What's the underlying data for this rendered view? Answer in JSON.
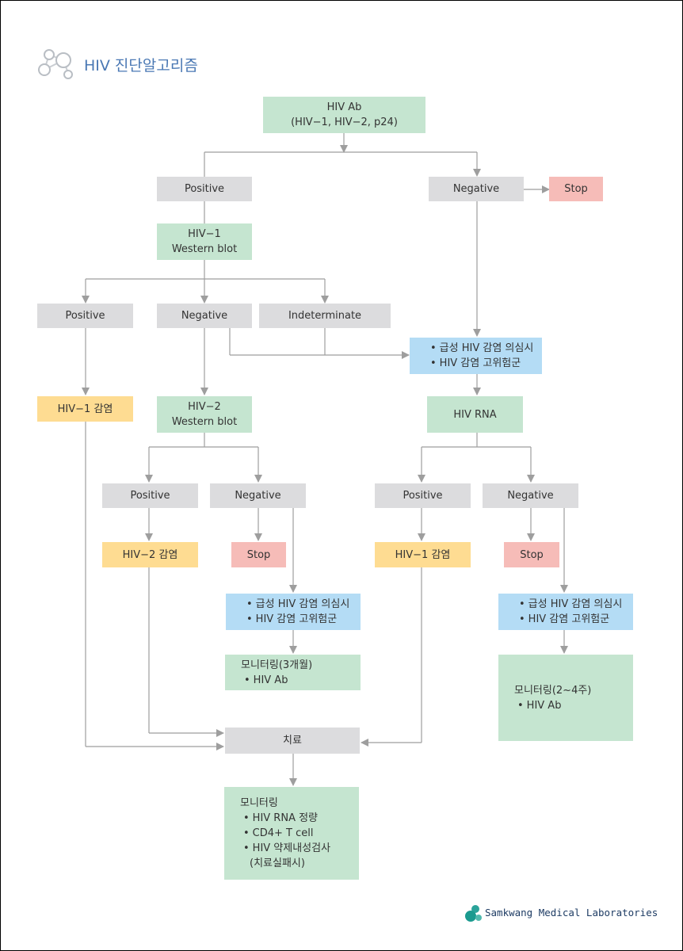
{
  "title": "HIV 진단알고리즘",
  "footer": {
    "company": "Samkwang Medical Laboratories"
  },
  "icons": {
    "logo": "molecule-icon",
    "brand": "samkwang-logo-icon"
  },
  "colors": {
    "title": "#4a78b4",
    "gray": "#dcdcde",
    "green": "#c5e5d0",
    "red": "#f6bcb8",
    "yellow": "#fedc92",
    "blue": "#b4dcf5",
    "line": "#9e9e9e"
  },
  "nodes": {
    "hiv_ab": {
      "lines": [
        "HIV Ab",
        "(HIV−1, HIV−2, p24)"
      ]
    },
    "pos1": "Positive",
    "neg1": "Negative",
    "stop1": "Stop",
    "wb1": {
      "lines": [
        "HIV−1",
        "Western blot"
      ]
    },
    "pos2": "Positive",
    "neg2": "Negative",
    "indet": "Indeterminate",
    "acute1": {
      "lines": [
        "급성 HIV 감염 의심시",
        "HIV 감염 고위험군"
      ]
    },
    "hiv1_inf_a": "HIV−1 감염",
    "wb2": {
      "lines": [
        "HIV−2",
        "Western blot"
      ]
    },
    "hiv_rna": "HIV RNA",
    "pos3": "Positive",
    "neg3": "Negative",
    "pos4": "Positive",
    "neg4": "Negative",
    "hiv2_inf": "HIV−2 감염",
    "stop2": "Stop",
    "hiv1_inf_b": "HIV−1 감염",
    "stop3": "Stop",
    "acute2": {
      "lines": [
        "급성 HIV 감염 의심시",
        "HIV 감염 고위험군"
      ]
    },
    "acute3": {
      "lines": [
        "급성 HIV 감염 의심시",
        "HIV 감염 고위험군"
      ]
    },
    "mon3m": {
      "title": "모니터링(3개월)",
      "item": "HIV Ab"
    },
    "mon24": {
      "title": "모니터링(2~4주)",
      "item": "HIV Ab"
    },
    "treatment": "치료",
    "monitor": {
      "title": "모니터링",
      "items": [
        "HIV RNA 정량",
        "CD4+ T cell",
        "HIV 약제내성검사"
      ],
      "note": "(치료실패시)"
    }
  }
}
